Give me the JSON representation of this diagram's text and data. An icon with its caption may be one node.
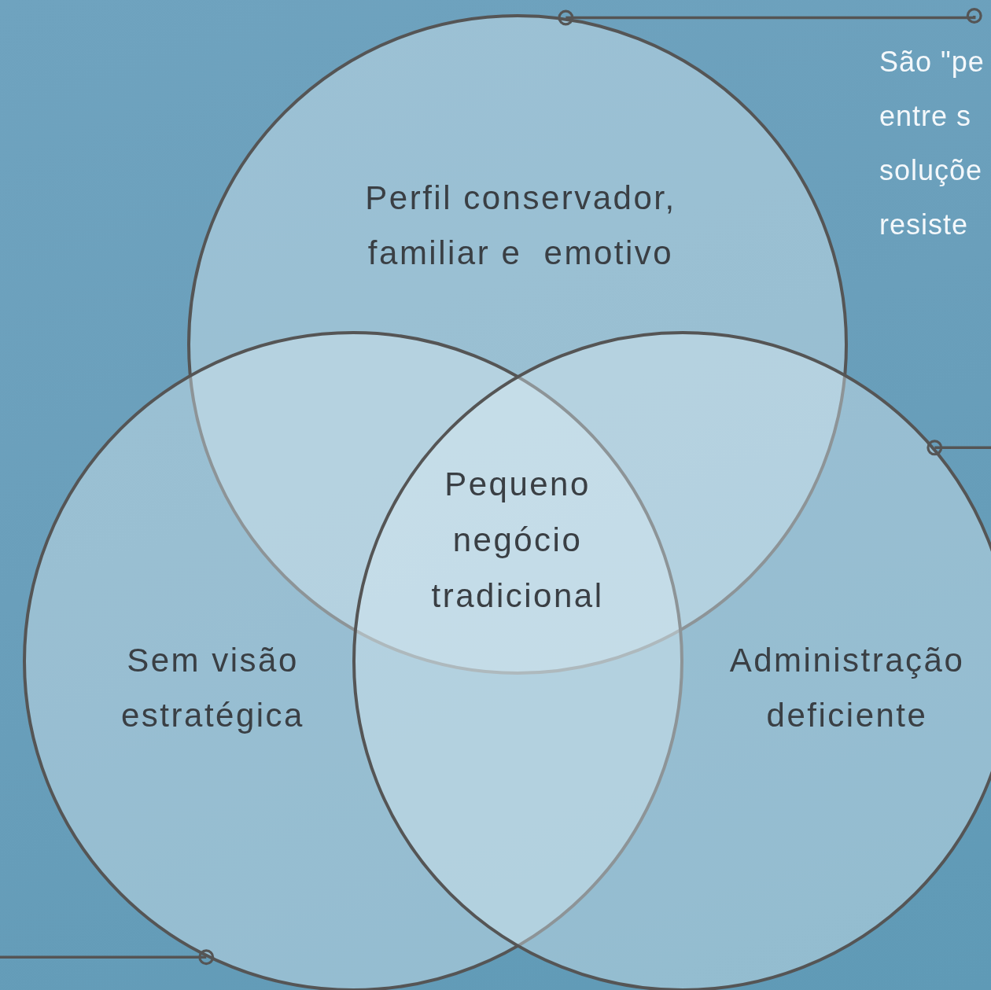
{
  "diagram": {
    "nodes": [
      {
        "text": [
          "Perfil conservador, familiar e  emotivo"
        ]
      },
      {
        "text": [
          "Sem visão estratégica"
        ]
      },
      {
        "text": [
          "Administração deficiente"
        ]
      },
      {
        "text": [
          "São \"pe entre s soluçõe resiste"
        ]
      }
    ],
    "edges": [
      {
        "from": 0,
        "to": 3,
        "arrow": "other"
      },
      {
        "from": 2,
        "to": null,
        "arrow": "other"
      },
      {
        "from": 1,
        "to": null,
        "arrow": "other"
      }
    ],
    "labels": [
      "Pequeno negócio tradicional"
    ]
  }
}
